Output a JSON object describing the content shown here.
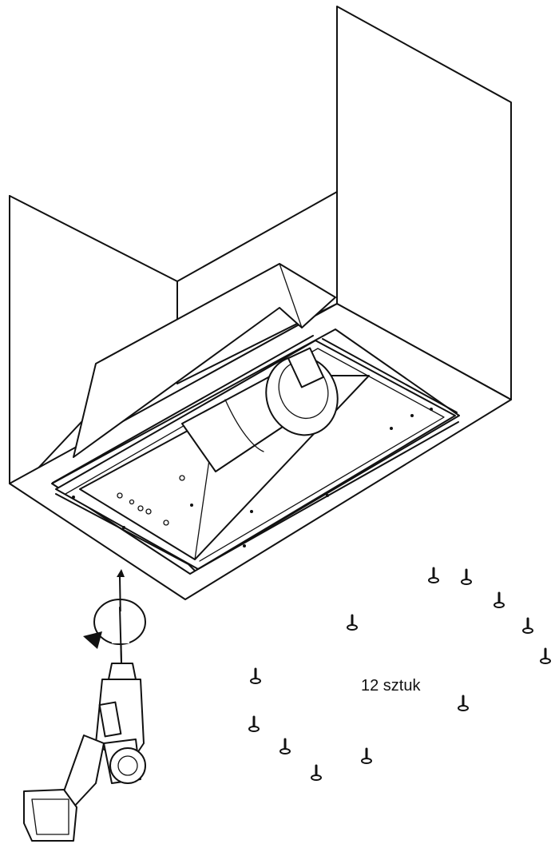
{
  "figure": {
    "screws_label": "12 sztuk",
    "screw_count": 12,
    "rotation": "clockwise"
  }
}
